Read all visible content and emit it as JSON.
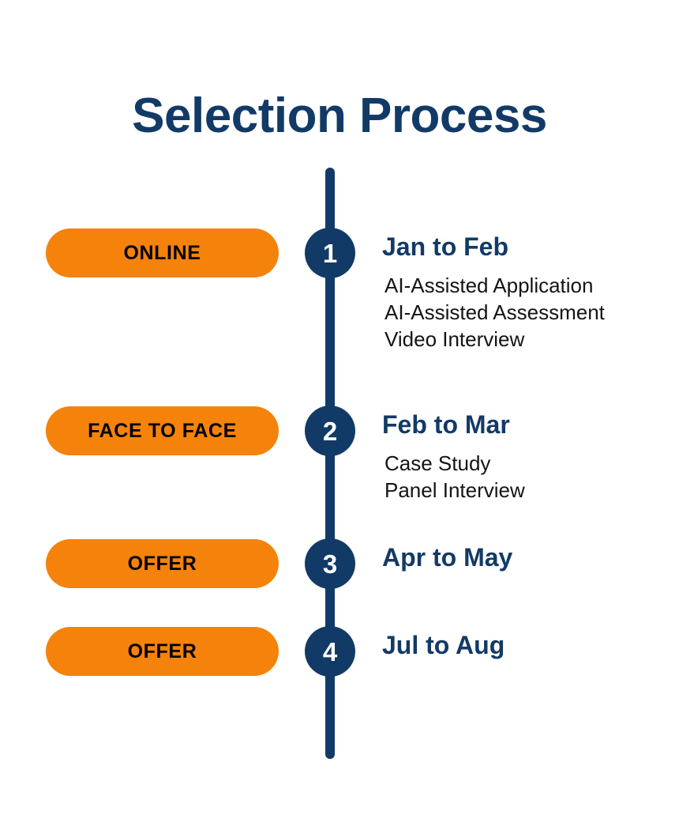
{
  "page": {
    "title": "Selection Process",
    "background_color": "#FFFFFF"
  },
  "theme": {
    "navy": "#123A66",
    "orange": "#F5820B",
    "pill_text_color": "#000000",
    "number_text_color": "#FFFFFF",
    "item_text_color": "#141414"
  },
  "timeline": {
    "steps": [
      {
        "number": "1",
        "pill_label": "ONLINE",
        "date": "Jan to Feb",
        "items": [
          "AI-Assisted Application",
          "AI-Assisted Assessment",
          "Video Interview"
        ]
      },
      {
        "number": "2",
        "pill_label": "FACE TO FACE",
        "date": "Feb to Mar",
        "items": [
          "Case Study",
          "Panel Interview"
        ]
      },
      {
        "number": "3",
        "pill_label": "OFFER",
        "date": "Apr to May",
        "items": []
      },
      {
        "number": "4",
        "pill_label": "OFFER",
        "date": "Jul to Aug",
        "items": []
      }
    ]
  }
}
